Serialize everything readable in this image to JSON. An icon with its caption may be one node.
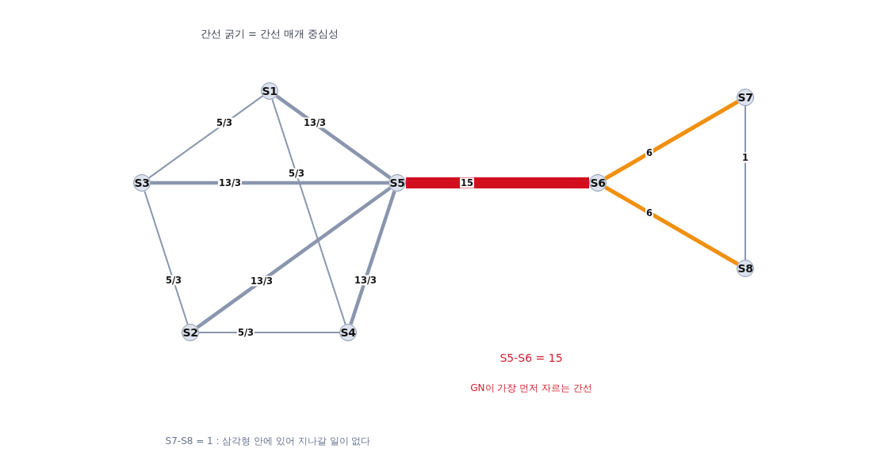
{
  "diagram": {
    "title": "간선 굵기 = 간선 매개 중심성",
    "nodes": [
      {
        "text": [
          "S1"
        ]
      },
      {
        "text": [
          "S2"
        ]
      },
      {
        "text": [
          "S3"
        ]
      },
      {
        "text": [
          "S4"
        ]
      },
      {
        "text": [
          "S5"
        ]
      },
      {
        "text": [
          "S6"
        ]
      },
      {
        "text": [
          "S7"
        ]
      },
      {
        "text": [
          "S8"
        ]
      }
    ],
    "edges": [
      {
        "from": 0,
        "to": 2,
        "arrow": "none",
        "label": "5/3"
      },
      {
        "from": 0,
        "to": 4,
        "arrow": "none",
        "label": "13/3"
      },
      {
        "from": 0,
        "to": 3,
        "arrow": "none",
        "label": "5/3"
      },
      {
        "from": 2,
        "to": 4,
        "arrow": "none",
        "label": "13/3"
      },
      {
        "from": 2,
        "to": 1,
        "arrow": "none",
        "label": "5/3"
      },
      {
        "from": 4,
        "to": 1,
        "arrow": "none",
        "label": "13/3"
      },
      {
        "from": 4,
        "to": 3,
        "arrow": "none",
        "label": "13/3"
      },
      {
        "from": 1,
        "to": 3,
        "arrow": "none",
        "label": "5/3"
      },
      {
        "from": 4,
        "to": 5,
        "arrow": "none",
        "label": "15",
        "style": "thick",
        "color": "#d20f1e"
      },
      {
        "from": 5,
        "to": 6,
        "arrow": "none",
        "label": "6",
        "color": "#f0900f"
      },
      {
        "from": 5,
        "to": 7,
        "arrow": "none",
        "label": "6",
        "color": "#f0900f"
      },
      {
        "from": 6,
        "to": 7,
        "arrow": "none",
        "label": "1"
      }
    ],
    "labels": [
      "S5-S6 = 15",
      "GN이 가장 먼저 자르는 간선",
      "S7-S8 = 1 : 삼각형 안에 있어 지나갈 일이 없다"
    ]
  }
}
